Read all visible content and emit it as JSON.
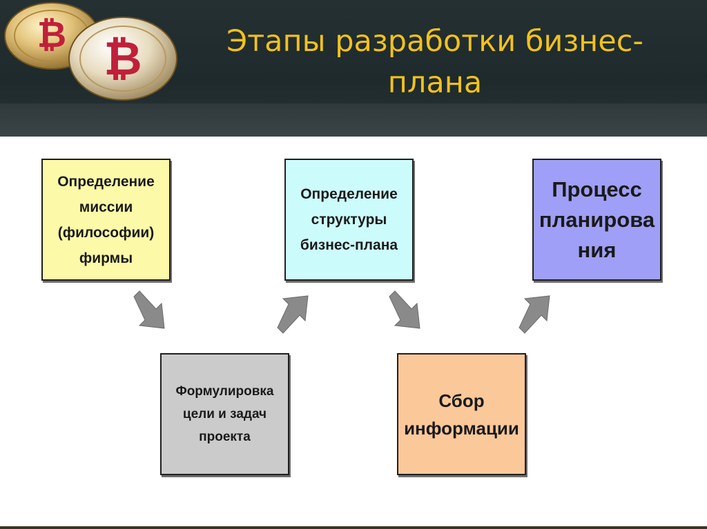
{
  "slide": {
    "title": "Этапы разработки бизнес-\nплана"
  },
  "diagram": {
    "boxes": [
      {
        "id": "mission",
        "label": "Определение\nмиссии\n(философии)\nфирмы",
        "color": "#fcfaa8"
      },
      {
        "id": "structure",
        "label": "Определение\nструктуры\nбизнес-плана",
        "color": "#ccfbfb"
      },
      {
        "id": "planning",
        "label": "Процесс\nпланирова\nния",
        "color": "#9f9ff7"
      },
      {
        "id": "goals",
        "label": "Формулировка\nцели и задач\nпроекта",
        "color": "#cbcbcb"
      },
      {
        "id": "info",
        "label": "Сбор\nинформации",
        "color": "#fbc89a"
      }
    ],
    "flow": [
      "mission",
      "goals",
      "structure",
      "info",
      "planning"
    ],
    "arrow_color": "#8a8a8a"
  },
  "decorations": {
    "coin_icon": "bitcoin-coin-icon",
    "coin_symbol": "₿",
    "coin_color": "#c8a24a",
    "coin_symbol_color": "#c0203a"
  }
}
